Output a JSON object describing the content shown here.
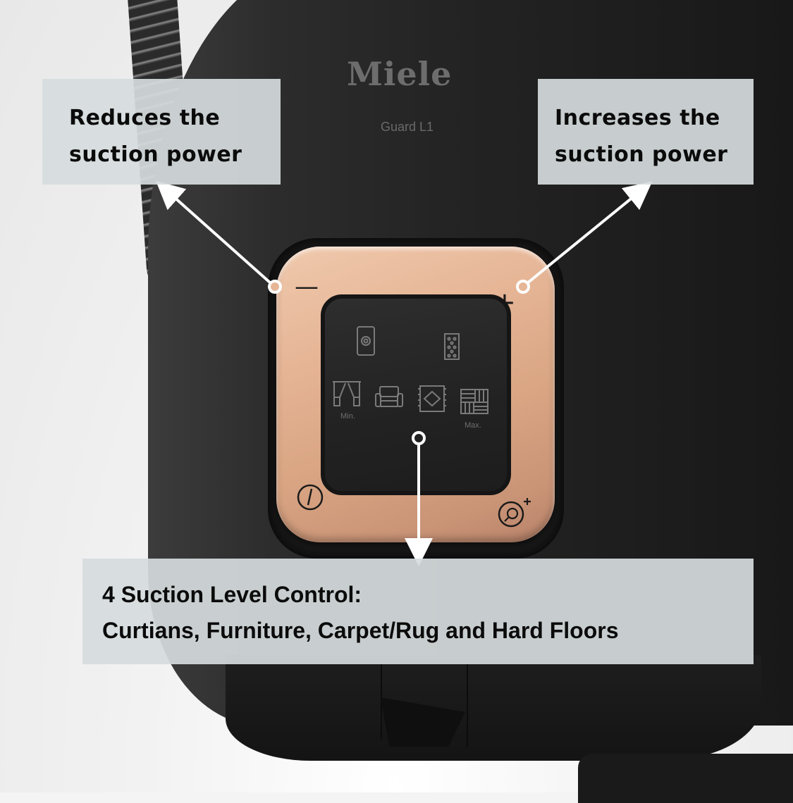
{
  "product": {
    "brand_logo": "Miele",
    "model_name": "Guard L1"
  },
  "control_panel": {
    "ring_colors": {
      "base": "#d9a583",
      "highlight": "#f0c9ad",
      "shadow": "#b78269"
    },
    "buttons": [
      {
        "id": "minus",
        "glyph": "—",
        "icon": "minus-icon"
      },
      {
        "id": "plus",
        "glyph": "+",
        "icon": "plus-icon"
      },
      {
        "id": "power",
        "icon": "power-icon"
      },
      {
        "id": "turbo",
        "icon": "plug-plus-icon"
      }
    ],
    "status_icons": [
      "dustbag-icon",
      "filter-icon"
    ],
    "suction_levels": [
      {
        "icon": "curtains-icon",
        "label": "Min."
      },
      {
        "icon": "furniture-icon",
        "label": ""
      },
      {
        "icon": "carpet-rug-icon",
        "label": ""
      },
      {
        "icon": "hard-floor-icon",
        "label": "Max."
      }
    ]
  },
  "callouts": {
    "left": {
      "line1": "Reduces the",
      "line2": "suction power"
    },
    "right": {
      "line1": "Increases the",
      "line2": "suction power"
    },
    "bottom": {
      "heading": "4 Suction Level Control:",
      "body": "Curtians, Furniture, Carpet/Rug and Hard Floors"
    }
  },
  "colors": {
    "callout_bg": "#d6dcdd",
    "callout_text": "#0b0b0b",
    "body_dark": "#1c1c1c",
    "arrow": "#ffffff"
  }
}
